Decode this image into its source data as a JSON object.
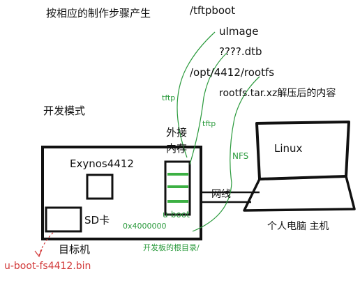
{
  "header": {
    "title": "按相应的制作步骤产生",
    "mode": "开发模式"
  },
  "files": {
    "tftpboot": "/tftpboot",
    "uimage": "uImage",
    "dtb": "????.dtb",
    "rootfs_path": "/opt/4412/rootfs",
    "rootfs_tar": "rootfs.tar.xz解压后的内容"
  },
  "target": {
    "cpu": "Exynos4412",
    "sd": "SD卡",
    "name": "目标机",
    "memory_label": "外接\n内存",
    "memory_label_line1": "外接",
    "memory_label_line2": "内存",
    "uboot": "u-boot",
    "address": "0x4000000",
    "board_root": "开发板的根目录/",
    "image_file": "u-boot-fs4412.bin"
  },
  "host": {
    "os": "Linux",
    "name": "个人电脑 主机"
  },
  "links": {
    "tftp_1": "tftp",
    "tftp_2": "tftp",
    "nfs": "NFS",
    "network": "网线"
  },
  "colors": {
    "ink": "#111111",
    "green": "#2a9a3c",
    "red": "#d23a3a",
    "bar": "#3cb043"
  }
}
